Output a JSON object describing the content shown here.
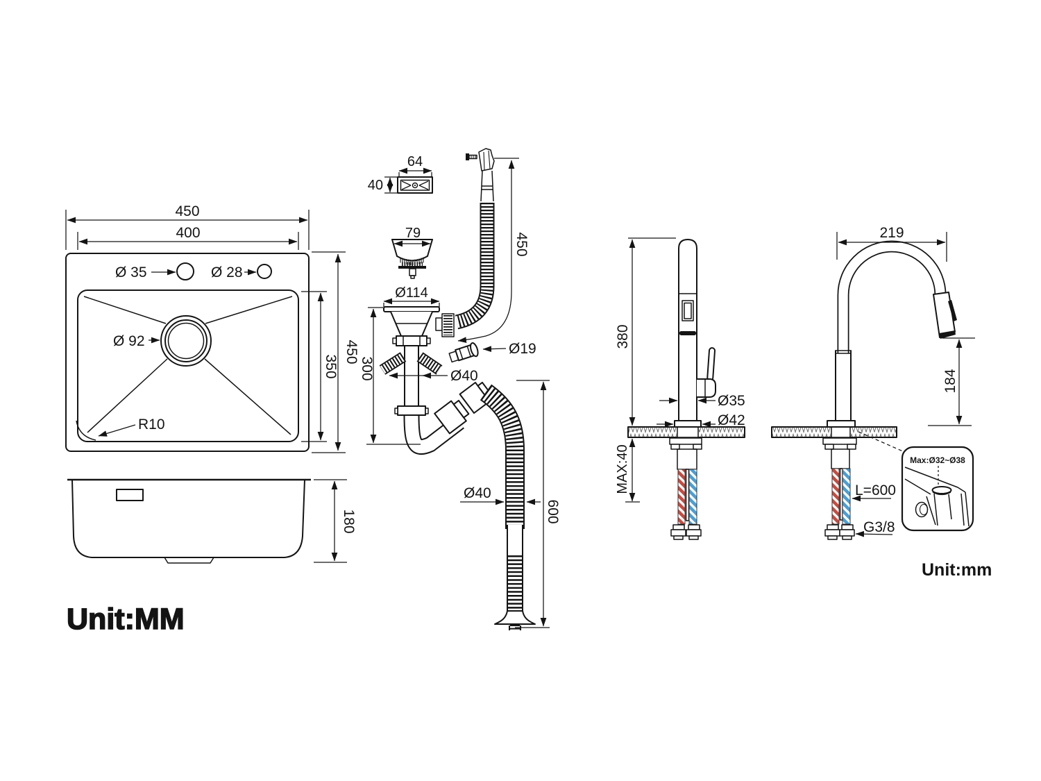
{
  "colors": {
    "line": "#141414",
    "hot_water": "#c94a3f",
    "cold_water": "#4a9fd4"
  },
  "unit_note_left": "Unit:MM",
  "unit_note_right": "Unit:mm",
  "sink_top_view": {
    "outer_width": "450",
    "mount_width": "400",
    "faucet_hole_diameter": "Ø 35",
    "soap_hole_diameter": "Ø 28",
    "drain_hole_diameter": "Ø 92",
    "corner_radius": "R10",
    "outer_depth": "450",
    "bowl_depth": "350"
  },
  "sink_side_view": {
    "bowl_height": "180"
  },
  "drain_kit": {
    "overflow_cover_width": "64",
    "overflow_cover_height": "40",
    "strainer_width": "79",
    "flange_diameter": "Ø114",
    "overflow_hose_length": "450",
    "overflow_fitting_diameter": "Ø19",
    "tailpiece_diameter": "Ø40",
    "trap_height": "300",
    "outlet_hose_diameter": "Ø40",
    "outlet_hose_length": "600"
  },
  "faucet_front_view": {
    "height": "380",
    "body_diameter": "Ø35",
    "base_diameter": "Ø42",
    "max_deck_thickness": "MAX:40"
  },
  "faucet_side_view": {
    "spout_reach": "219",
    "spout_height": "184",
    "supply_hose_length": "L=600",
    "connector_thread": "G3/8",
    "mount_hole_range": "Max:Ø32~Ø38"
  }
}
